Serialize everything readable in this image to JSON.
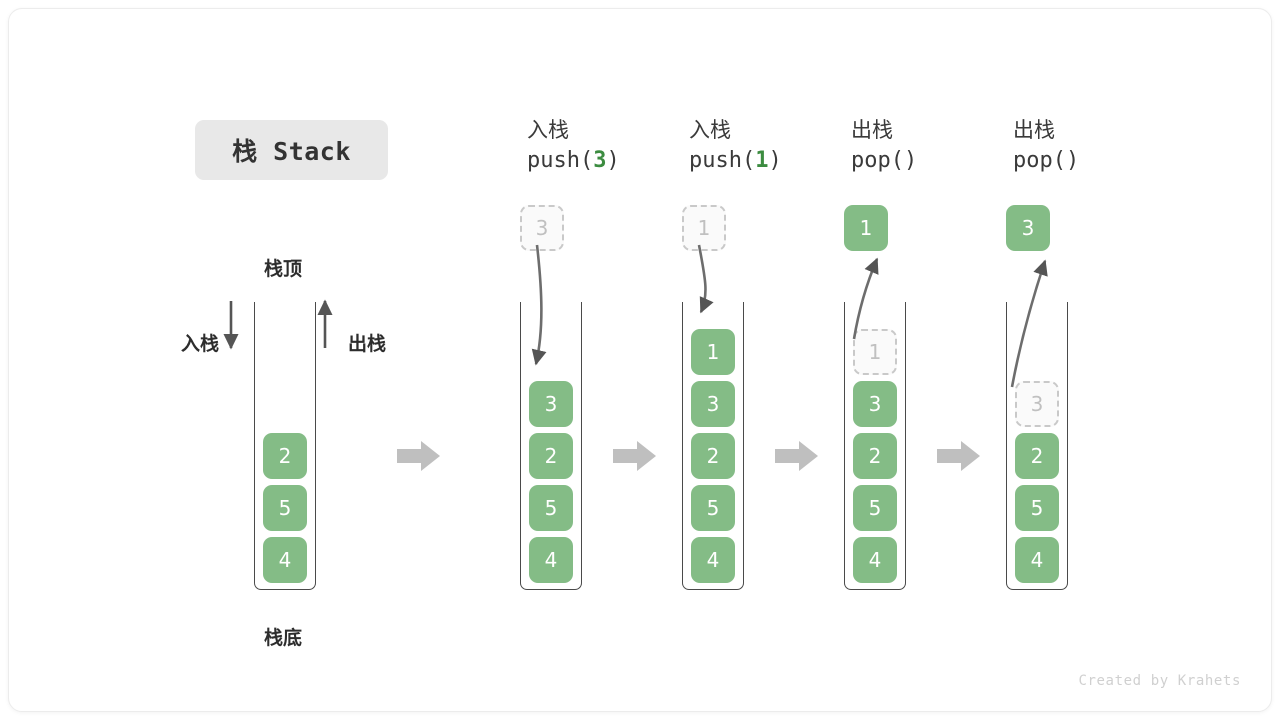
{
  "title": {
    "text": "栈 Stack"
  },
  "labels": {
    "top": "栈顶",
    "bottom": "栈底",
    "push": "入栈",
    "pop": "出栈"
  },
  "footer": {
    "text": "Created by Krahets"
  },
  "colors": {
    "cell_fill": "#84bc86",
    "cell_text": "#ffffff",
    "ghost_fill": "#fafafa",
    "ghost_text": "#c0c0c0",
    "ghost_border": "#c9c9c9",
    "accent_number": "#3c8c40",
    "chip_bg": "#e8e8e8",
    "arrow_gray": "#bfbfbf",
    "line": "#4a4a4a"
  },
  "stages": [
    {
      "id": "initial",
      "op_cn": "",
      "op_code_prefix": "",
      "op_code_num": "",
      "op_code_suffix": "",
      "floating": null,
      "cells": [
        {
          "value": "2",
          "state": "filled"
        },
        {
          "value": "5",
          "state": "filled"
        },
        {
          "value": "4",
          "state": "filled"
        }
      ]
    },
    {
      "id": "push-3",
      "op_cn": "入栈",
      "op_code_prefix": "push(",
      "op_code_num": "3",
      "op_code_suffix": ")",
      "floating": {
        "value": "3",
        "state": "ghost",
        "direction": "down"
      },
      "cells": [
        {
          "value": "3",
          "state": "filled"
        },
        {
          "value": "2",
          "state": "filled"
        },
        {
          "value": "5",
          "state": "filled"
        },
        {
          "value": "4",
          "state": "filled"
        }
      ]
    },
    {
      "id": "push-1",
      "op_cn": "入栈",
      "op_code_prefix": "push(",
      "op_code_num": "1",
      "op_code_suffix": ")",
      "floating": {
        "value": "1",
        "state": "ghost",
        "direction": "down"
      },
      "cells": [
        {
          "value": "1",
          "state": "filled"
        },
        {
          "value": "3",
          "state": "filled"
        },
        {
          "value": "2",
          "state": "filled"
        },
        {
          "value": "5",
          "state": "filled"
        },
        {
          "value": "4",
          "state": "filled"
        }
      ]
    },
    {
      "id": "pop-1",
      "op_cn": "出栈",
      "op_code_prefix": "pop(",
      "op_code_num": "",
      "op_code_suffix": ")",
      "floating": {
        "value": "1",
        "state": "filled",
        "direction": "up"
      },
      "cells": [
        {
          "value": "1",
          "state": "ghost"
        },
        {
          "value": "3",
          "state": "filled"
        },
        {
          "value": "2",
          "state": "filled"
        },
        {
          "value": "5",
          "state": "filled"
        },
        {
          "value": "4",
          "state": "filled"
        }
      ]
    },
    {
      "id": "pop-3",
      "op_cn": "出栈",
      "op_code_prefix": "pop(",
      "op_code_num": "",
      "op_code_suffix": ")",
      "floating": {
        "value": "3",
        "state": "filled",
        "direction": "up"
      },
      "cells": [
        {
          "value": "3",
          "state": "ghost"
        },
        {
          "value": "2",
          "state": "filled"
        },
        {
          "value": "5",
          "state": "filled"
        },
        {
          "value": "4",
          "state": "filled"
        }
      ]
    }
  ],
  "flow_arrows": [
    "→",
    "→",
    "→",
    "→"
  ]
}
